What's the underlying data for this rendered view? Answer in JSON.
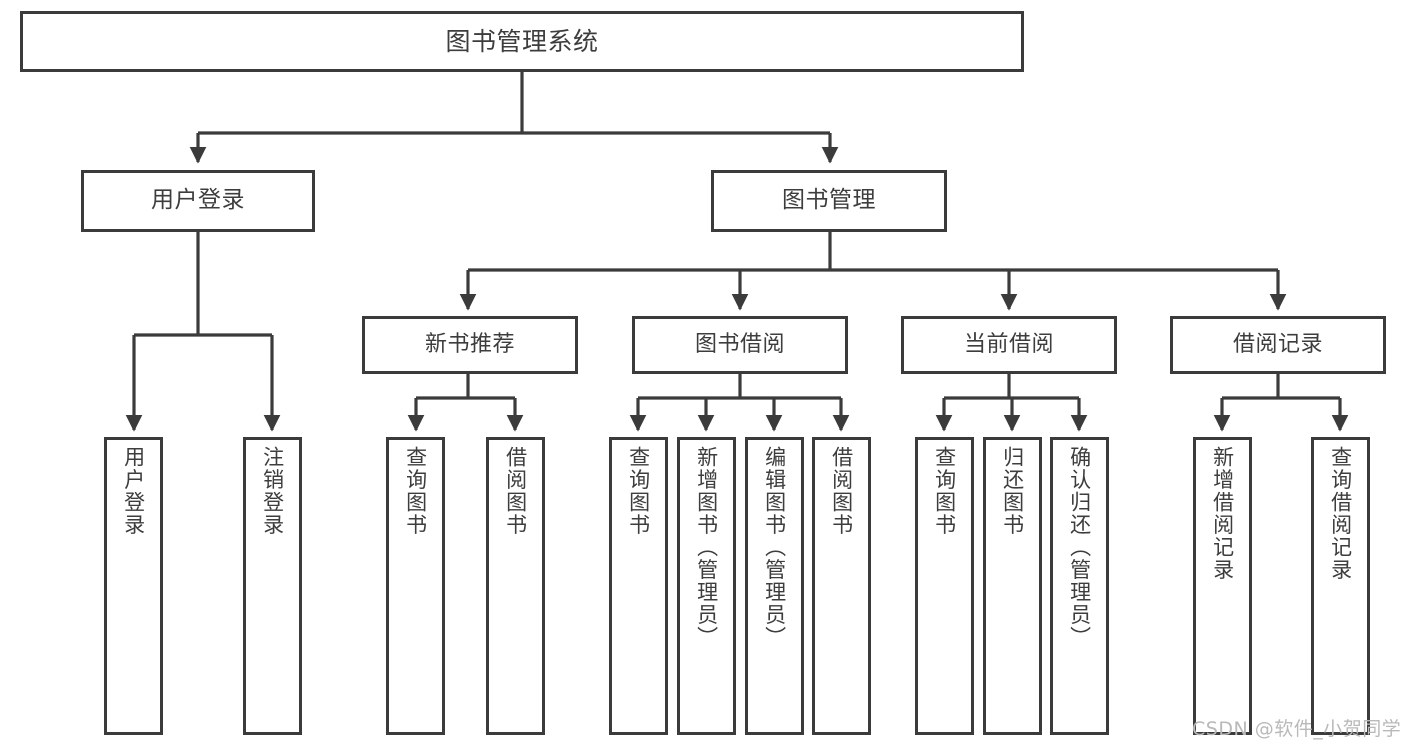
{
  "diagram": {
    "title": "图书管理系统",
    "type": "tree-hierarchy-chart",
    "root": {
      "label": "图书管理系统"
    },
    "tier2": [
      {
        "label": "用户登录"
      },
      {
        "label": "图书管理"
      }
    ],
    "tier3": [
      {
        "label": "新书推荐"
      },
      {
        "label": "图书借阅"
      },
      {
        "label": "当前借阅"
      },
      {
        "label": "借阅记录"
      }
    ],
    "leaves": {
      "user_login": [
        {
          "label": "用户登录"
        },
        {
          "label": "注销登录"
        }
      ],
      "new_book_recommend": [
        {
          "label": "查询图书"
        },
        {
          "label": "借阅图书"
        }
      ],
      "book_borrow": [
        {
          "label": "查询图书"
        },
        {
          "label": "新增图书（管理员）"
        },
        {
          "label": "编辑图书（管理员）"
        },
        {
          "label": "借阅图书"
        }
      ],
      "current_borrow": [
        {
          "label": "查询图书"
        },
        {
          "label": "归还图书"
        },
        {
          "label": "确认归还（管理员）"
        }
      ],
      "borrow_records": [
        {
          "label": "新增借阅记录"
        },
        {
          "label": "查询借阅记录"
        }
      ]
    }
  },
  "watermark": {
    "text": "CSDN @软件_小贺同学"
  },
  "colors": {
    "stroke": "#3b3b3b",
    "text": "#3d3d3d",
    "background": "#ffffff",
    "watermark": "#b9b9b9"
  }
}
